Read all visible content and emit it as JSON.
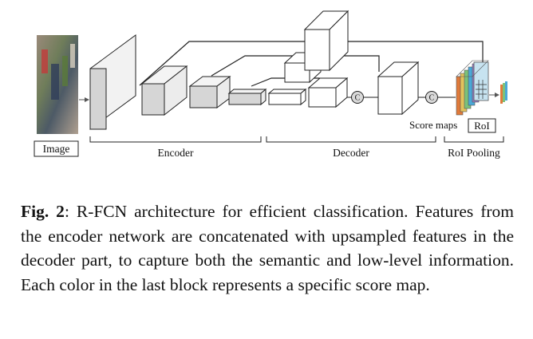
{
  "diagram": {
    "input_label": "Image",
    "score_maps_label": "Score maps",
    "roi_label": "RoI",
    "concat_symbol": "C",
    "sections": {
      "encoder": "Encoder",
      "decoder": "Decoder",
      "roi_pooling": "RoI Pooling"
    },
    "score_map_colors": [
      "#e07a3a",
      "#e3c25c",
      "#7cc27a",
      "#4aa8d8",
      "#9b7ec8"
    ]
  },
  "caption": {
    "label": "Fig. 2",
    "text": ": R-FCN architecture for efficient classification. Features from the encoder network are concatenated with upsampled features in the decoder part, to capture both the semantic and low-level information. Each color in the last block represents a specific score map."
  }
}
